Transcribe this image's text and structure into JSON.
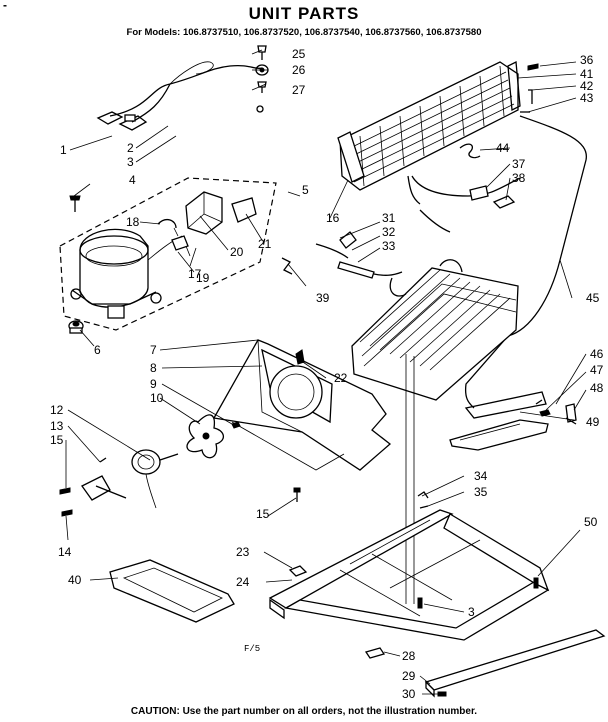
{
  "title": "UNIT PARTS",
  "models": "For Models: 106.8737510, 106.8737520, 106.8737540, 106.8737560, 106.8737580",
  "caution": "CAUTION: Use the part number on all orders, not the illustration number.",
  "figure_number": "F/5",
  "corner_mark": "-",
  "callouts": [
    "1",
    "2",
    "3",
    "4",
    "5",
    "6",
    "7",
    "8",
    "9",
    "10",
    "12",
    "13",
    "15",
    "14",
    "16",
    "17",
    "18",
    "19",
    "20",
    "21",
    "22",
    "23",
    "24",
    "25",
    "26",
    "27",
    "28",
    "29",
    "30",
    "31",
    "32",
    "33",
    "34",
    "35",
    "36",
    "37",
    "38",
    "39",
    "40",
    "41",
    "42",
    "43",
    "44",
    "45",
    "46",
    "47",
    "48",
    "49",
    "50",
    "15",
    "3"
  ]
}
